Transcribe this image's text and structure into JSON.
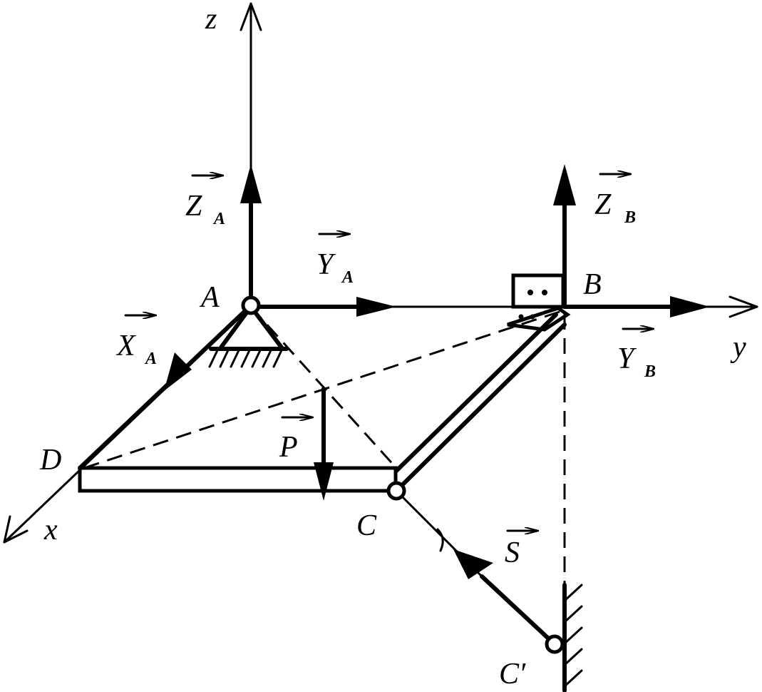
{
  "labels": {
    "z": "z",
    "y": "y",
    "x": "x",
    "A": "A",
    "B": "B",
    "C": "C",
    "Cp": "C′",
    "D": "D",
    "ZA": "Z",
    "ZA_sub": "A",
    "YA": "Y",
    "YA_sub": "A",
    "XA": "X",
    "XA_sub": "A",
    "ZB": "Z",
    "ZB_sub": "B",
    "YB": "Y",
    "YB_sub": "B",
    "P": "P",
    "S": "S"
  },
  "colors": {
    "ink": "#000000",
    "background": "#ffffff"
  }
}
